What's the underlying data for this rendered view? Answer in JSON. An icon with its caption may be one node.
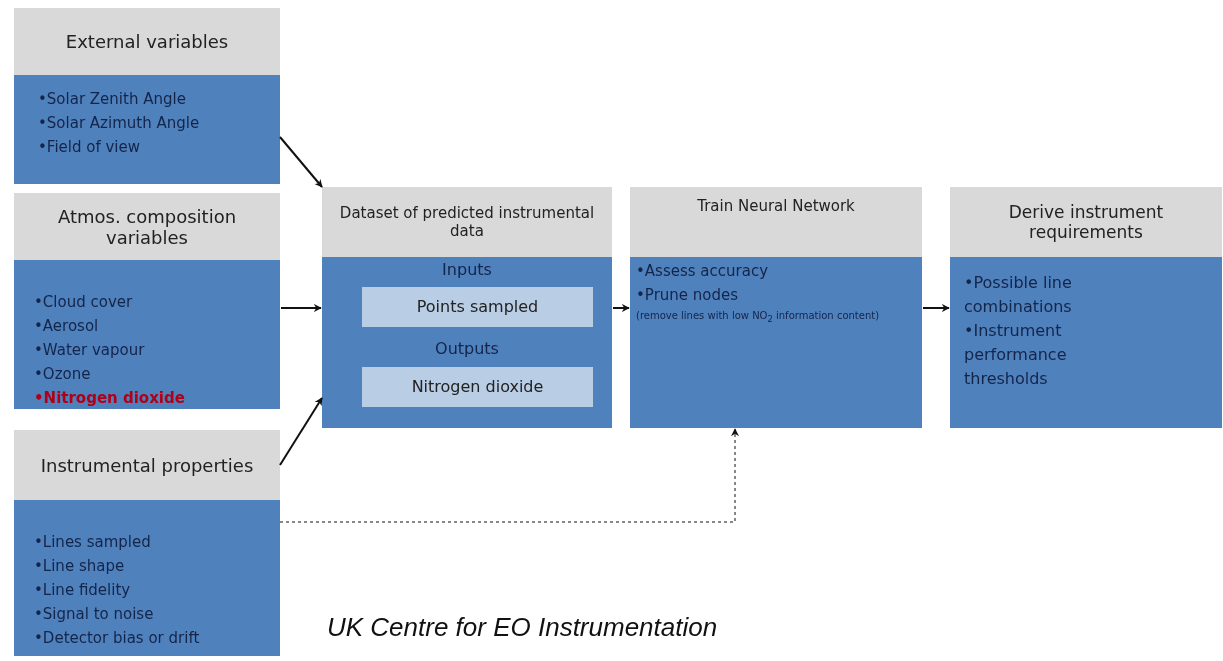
{
  "diagram": {
    "nodes": [
      {
        "text": [
          "External variables",
          "•Solar Zenith Angle",
          "•Solar Azimuth Angle",
          "•Field of view"
        ]
      },
      {
        "text": [
          "Atmos. composition variables",
          "•Cloud cover",
          "•Aerosol",
          "•Water vapour",
          "•Ozone",
          "•Nitrogen dioxide"
        ]
      },
      {
        "text": [
          "Instrumental properties",
          "•Lines sampled",
          "•Line shape",
          "•Line fidelity",
          "•Signal to noise",
          "•Detector bias or drift"
        ]
      },
      {
        "text": [
          "Dataset of predicted instrumental data",
          "Inputs",
          "Outputs"
        ]
      },
      {
        "text": [
          "Points sampled"
        ],
        "in": 3
      },
      {
        "text": [
          "Nitrogen dioxide"
        ],
        "in": 3
      },
      {
        "text": [
          "Train Neural Network",
          "•Assess accuracy",
          "•Prune nodes",
          "(remove lines with low NO$_{2}$ information content)"
        ]
      },
      {
        "text": [
          "Derive instrument requirements",
          "•Possible line combinations",
          "•Instrument performance thresholds"
        ]
      }
    ],
    "edges": [
      {
        "from": 0,
        "to": 3,
        "arrow": "to"
      },
      {
        "from": 1,
        "to": 3,
        "arrow": "to"
      },
      {
        "from": 2,
        "to": 3,
        "arrow": "to"
      },
      {
        "from": 3,
        "to": 6,
        "arrow": "to"
      },
      {
        "from": 6,
        "to": 7,
        "arrow": "to"
      },
      {
        "from": 2,
        "to": 6,
        "arrow": "to",
        "style": "dashed"
      }
    ],
    "labels": [
      "UK Centre for EO Instrumentation"
    ]
  }
}
